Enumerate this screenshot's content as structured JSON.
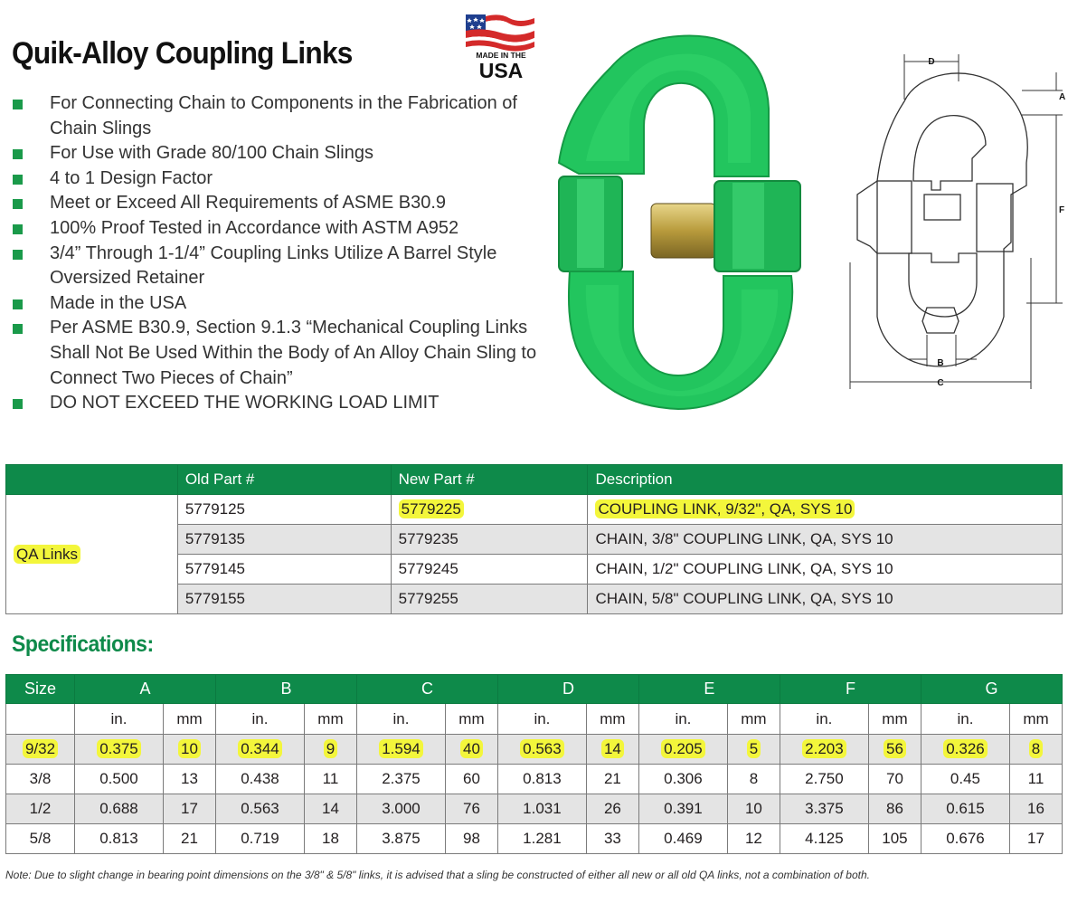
{
  "title": "Quik-Alloy Coupling Links",
  "logo": {
    "line1": "MADE IN THE",
    "line2": "USA"
  },
  "bullets": [
    "For Connecting Chain to Components in the Fabrication of Chain Slings",
    "For Use with Grade 80/100 Chain Slings",
    "4 to 1 Design Factor",
    "Meet or Exceed All Requirements of ASME B30.9",
    "100% Proof Tested in Accordance with ASTM A952",
    "3/4” Through 1-1/4” Coupling Links Utilize A Barrel Style Oversized Retainer",
    "Made in the USA",
    "Per ASME B30.9, Section 9.1.3 “Mechanical Coupling Links Shall Not Be Used Within the Body of An Alloy Chain Sling to Connect Two Pieces of Chain”",
    "DO NOT EXCEED THE WORKING LOAD LIMIT"
  ],
  "diagram_labels": {
    "a": "A",
    "b": "B",
    "c": "C",
    "d": "D",
    "f": "F"
  },
  "parts_table": {
    "headers": [
      "",
      "Old Part #",
      "New Part #",
      "Description"
    ],
    "group": "QA Links",
    "rows": [
      {
        "old": "5779125",
        "new": "5779225",
        "desc": "COUPLING LINK, 9/32\", QA, SYS 10"
      },
      {
        "old": "5779135",
        "new": "5779235",
        "desc": "CHAIN, 3/8\" COUPLING LINK, QA, SYS 10"
      },
      {
        "old": "5779145",
        "new": "5779245",
        "desc": "CHAIN, 1/2\" COUPLING LINK, QA, SYS 10"
      },
      {
        "old": "5779155",
        "new": "5779255",
        "desc": "CHAIN, 5/8\" COUPLING LINK, QA, SYS 10"
      }
    ]
  },
  "spec_title": "Specifications:",
  "spec_table": {
    "size_label": "Size",
    "groups": [
      "A",
      "B",
      "C",
      "D",
      "E",
      "F",
      "G"
    ],
    "unit_in": "in.",
    "unit_mm": "mm",
    "rows": [
      [
        "9/32",
        "0.375",
        "10",
        "0.344",
        "9",
        "1.594",
        "40",
        "0.563",
        "14",
        "0.205",
        "5",
        "2.203",
        "56",
        "0.326",
        "8"
      ],
      [
        "3/8",
        "0.500",
        "13",
        "0.438",
        "11",
        "2.375",
        "60",
        "0.813",
        "21",
        "0.306",
        "8",
        "2.750",
        "70",
        "0.45",
        "11"
      ],
      [
        "1/2",
        "0.688",
        "17",
        "0.563",
        "14",
        "3.000",
        "76",
        "1.031",
        "26",
        "0.391",
        "10",
        "3.375",
        "86",
        "0.615",
        "16"
      ],
      [
        "5/8",
        "0.813",
        "21",
        "0.719",
        "18",
        "3.875",
        "98",
        "1.281",
        "33",
        "0.469",
        "12",
        "4.125",
        "105",
        "0.676",
        "17"
      ]
    ]
  },
  "note": "Note: Due to slight change in bearing point dimensions on the 3/8\" & 5/8\" links, it is advised that a sling be constructed of either all new or all old QA links, not a combination of both.",
  "colors": {
    "brand_green": "#0e8a4a",
    "highlight": "#f3f63b",
    "alt_row": "#e4e4e4",
    "link_green": "#22c55e"
  }
}
